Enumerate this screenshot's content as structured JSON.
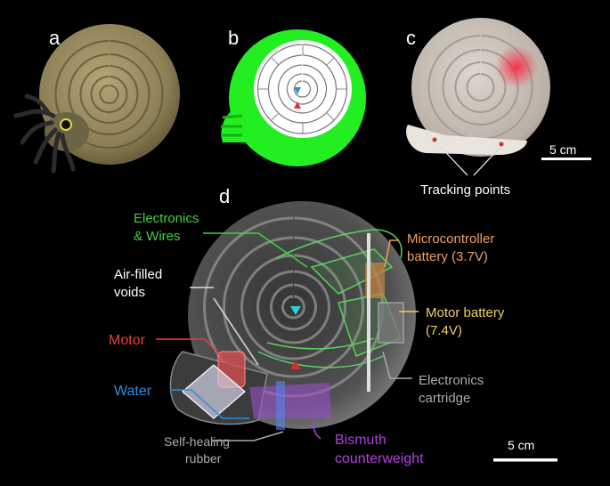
{
  "panels": {
    "a": "a",
    "b": "b",
    "c": "c",
    "d": "d"
  },
  "panel_c": {
    "scale_label": "5 cm",
    "tracking_label": "Tracking points"
  },
  "panel_d": {
    "scale_label": "5 cm",
    "labels": {
      "electronics_line1": "Electronics",
      "electronics_line2": "& Wires",
      "micro_line1": "Microcontroller",
      "micro_line2": "battery (3.7V)",
      "motor_batt_line1": "Motor battery",
      "motor_batt_line2": "(7.4V)",
      "air_line1": "Air-filled",
      "air_line2": "voids",
      "motor": "Motor",
      "water": "Water",
      "cartridge_line1": "Electronics",
      "cartridge_line2": "cartridge",
      "rubber_line1": "Self-healing",
      "rubber_line2": "rubber",
      "bismuth_line1": "Bismuth",
      "bismuth_line2": "counterweight"
    }
  },
  "colors": {
    "background": "#000000",
    "shell_tan": "#8c7f55",
    "green_model": "#22ee22",
    "electronics_green": "#3fd13f",
    "micro_orange": "#f0a060",
    "motor_batt_yellow": "#f0d060",
    "motor_red": "#e84040",
    "water_blue": "#2a8fe0",
    "rubber_gray": "#aaaaaa",
    "bismuth_purple": "#b040e0",
    "white": "#ffffff"
  }
}
